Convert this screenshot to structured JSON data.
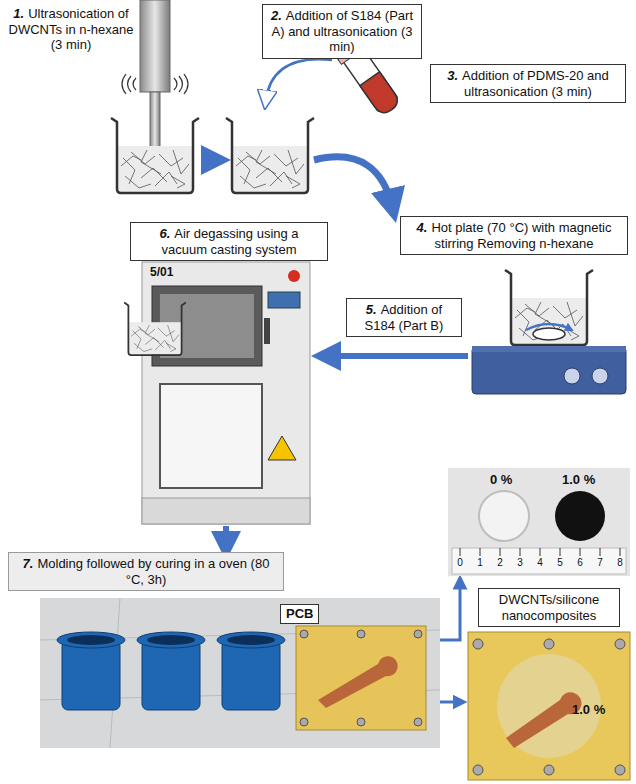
{
  "diagram": {
    "nodes": [
      {
        "text": [
          "2.",
          "Addition of S184 (Part A) and ultrasonication (3 min)"
        ]
      },
      {
        "text": [
          "3.",
          "Addition of PDMS-20 and ultrasonication (3 min)"
        ]
      },
      {
        "text": [
          "6.",
          "Air degassing using a vacuum casting system"
        ]
      },
      {
        "text": [
          "4.",
          "Hot plate (70 °C) with magnetic stirring Removing n-hexane"
        ]
      },
      {
        "text": [
          "5.",
          "Addition of S184 (Part B)"
        ]
      },
      {
        "text": [
          "7.",
          "Molding followed by curing in a oven (80 °C, 3h)"
        ]
      },
      {
        "text": [
          "PCB"
        ]
      },
      {
        "text": [
          "0 %",
          "1.0 %"
        ]
      },
      {
        "text": [
          "DWCNTs/silicone nanocomposites"
        ]
      },
      {
        "text": [
          "1.0 %"
        ]
      }
    ],
    "labels": [
      "1.",
      "Ultrasonication of DWCNTs in n-hexane (3 min)",
      "5/01",
      "0",
      "1",
      "2",
      "3",
      "4",
      "5",
      "6",
      "7",
      "8"
    ]
  }
}
